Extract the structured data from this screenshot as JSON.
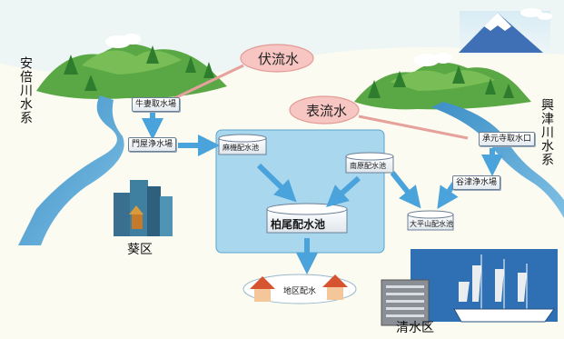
{
  "rivers": {
    "left": "安倍川水系",
    "right": "興津川水系"
  },
  "water_sources": {
    "groundwater": "伏流水",
    "surface": "表流水"
  },
  "facilities": {
    "intake_left": "牛妻取水場",
    "purification_left": "門屋浄水場",
    "intake_right": "承元寺取水口",
    "purification_right": "谷津浄水場"
  },
  "reservoirs": {
    "asahata": "麻機配水池",
    "nanbara": "南原配水池",
    "kashio": "柏尾配水池",
    "odairayama": "大平山配水池"
  },
  "distribution": "地区配水",
  "districts": {
    "aoi": "葵区",
    "shimizu": "清水区"
  },
  "colors": {
    "river": "#4d9fd0",
    "zone": "#a9d8ee",
    "arrow": "#4aa3db",
    "bubble": "#f7c6c2",
    "mountain": "#3f9a3a"
  }
}
